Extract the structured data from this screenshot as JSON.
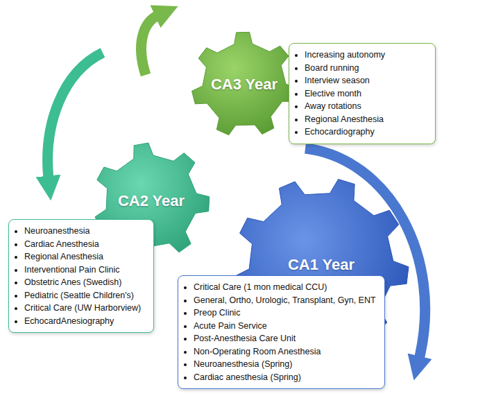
{
  "diagram": {
    "nodes": [
      {
        "text": [
          "CA3 Year"
        ]
      },
      {
        "text": [
          "Increasing autonomy",
          "Board running",
          "Interview season",
          "Elective month",
          "Away rotations",
          "Regional Anesthesia",
          "Echocardiography"
        ]
      },
      {
        "text": [
          "CA2 Year"
        ]
      },
      {
        "text": [
          "Neuroanesthesia",
          "Cardiac Anesthesia",
          "Regional Anesthesia",
          "Interventional Pain Clinic",
          "Obstetric Anes (Swedish)",
          "Pediatric (Seattle Children's)",
          "Critical Care (UW Harborview)",
          "EchocardAnesiography"
        ]
      },
      {
        "text": [
          "CA1 Year"
        ]
      },
      {
        "text": [
          "Critical Care (1 mon medical CCU)",
          "General, Ortho, Urologic, Transplant, Gyn, ENT",
          "Preop Clinic",
          "Acute Pain Service",
          "Post-Anesthesia Care Unit",
          "Non-Operating Room Anesthesia",
          "Neuroanesthesia (Spring)",
          "Cardiac anesthesia (Spring)"
        ]
      }
    ]
  }
}
